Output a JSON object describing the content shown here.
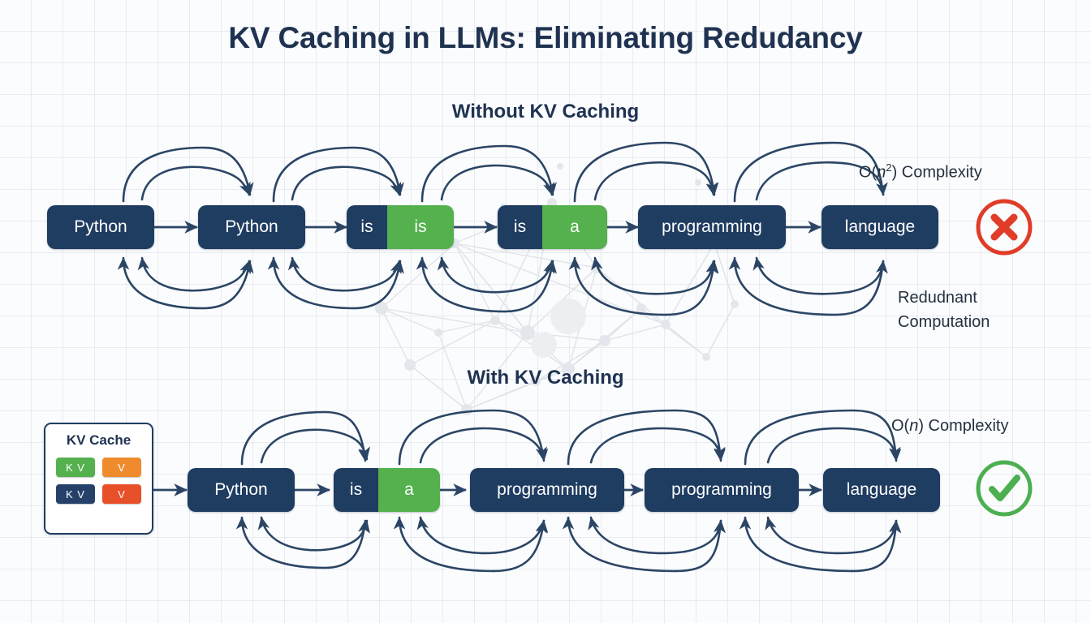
{
  "page": {
    "title": "KV Caching in LLMs: Eliminating Redudancy",
    "background_color": "#fbfcfd",
    "grid_color": "#c8d0da"
  },
  "colors": {
    "navy": "#1f3c61",
    "navy_text": "#1f3251",
    "green": "#55b14e",
    "orange": "#ef8b2c",
    "red": "#e8502a",
    "arrow": "#2b4565",
    "cross": "#e03c28",
    "check": "#4caf50"
  },
  "sections": [
    {
      "id": "without",
      "heading": "Without KV Caching",
      "tokens": [
        {
          "segments": [
            {
              "text": "Python",
              "color": "navy"
            }
          ]
        },
        {
          "segments": [
            {
              "text": "Python",
              "color": "navy"
            }
          ]
        },
        {
          "segments": [
            {
              "text": "is",
              "color": "navy"
            },
            {
              "text": "is",
              "color": "green"
            }
          ]
        },
        {
          "segments": [
            {
              "text": "is",
              "color": "navy"
            },
            {
              "text": "a",
              "color": "green"
            }
          ]
        },
        {
          "segments": [
            {
              "text": "programming",
              "color": "navy"
            }
          ]
        },
        {
          "segments": [
            {
              "text": "language",
              "color": "navy"
            }
          ]
        }
      ],
      "notes": [
        {
          "name": "complexity-note",
          "text": "O(n²) Complexity",
          "math_var": "n",
          "exponent": "2"
        },
        {
          "name": "redundant-note",
          "text": "Redudnant Computation"
        }
      ],
      "status_icon": "cross-circle-icon"
    },
    {
      "id": "with",
      "heading": "With KV Caching",
      "tokens": [
        {
          "segments": [
            {
              "text": "Python",
              "color": "navy"
            }
          ]
        },
        {
          "segments": [
            {
              "text": "is",
              "color": "navy"
            },
            {
              "text": "a",
              "color": "green"
            }
          ]
        },
        {
          "segments": [
            {
              "text": "programming",
              "color": "navy"
            }
          ]
        },
        {
          "segments": [
            {
              "text": "programming",
              "color": "navy"
            }
          ]
        },
        {
          "segments": [
            {
              "text": "language",
              "color": "navy"
            }
          ]
        }
      ],
      "notes": [
        {
          "name": "complexity-note",
          "text": "O(n) Complexity",
          "math_var": "n"
        }
      ],
      "status_icon": "check-circle-icon"
    }
  ],
  "cache": {
    "title": "KV Cache",
    "chips": [
      {
        "label": "K V",
        "color": "green"
      },
      {
        "label": "V",
        "color": "orange"
      },
      {
        "label": "K V",
        "color": "navy"
      },
      {
        "label": "V",
        "color": "red"
      }
    ]
  }
}
